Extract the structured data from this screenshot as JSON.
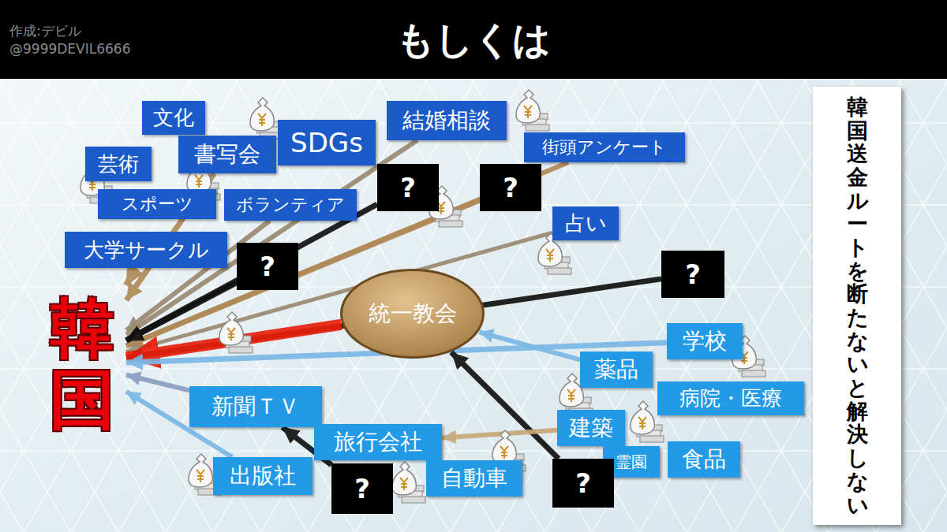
{
  "diagram": {
    "title": "もしくは",
    "nodes": [
      {
        "text": [
          "文化"
        ]
      },
      {
        "text": [
          "芸術"
        ]
      },
      {
        "text": [
          "書写会"
        ]
      },
      {
        "text": [
          "SDGs"
        ]
      },
      {
        "text": [
          "結婚相談"
        ]
      },
      {
        "text": [
          "街頭アンケート"
        ]
      },
      {
        "text": [
          "スポーツ"
        ]
      },
      {
        "text": [
          "ボランティア"
        ]
      },
      {
        "text": [
          "?"
        ]
      },
      {
        "text": [
          "?"
        ]
      },
      {
        "text": [
          "大学サークル"
        ]
      },
      {
        "text": [
          "?"
        ]
      },
      {
        "text": [
          "占い"
        ]
      },
      {
        "text": [
          "?"
        ]
      },
      {
        "text": [
          "韓国"
        ]
      },
      {
        "text": [
          "統一教会"
        ]
      },
      {
        "text": [
          "学校"
        ]
      },
      {
        "text": [
          "薬品"
        ]
      },
      {
        "text": [
          "病院・医療"
        ]
      },
      {
        "text": [
          "建築"
        ]
      },
      {
        "text": [
          "霊園"
        ]
      },
      {
        "text": [
          "食品"
        ]
      },
      {
        "text": [
          "新聞ＴＶ"
        ]
      },
      {
        "text": [
          "旅行会社"
        ]
      },
      {
        "text": [
          "出版社"
        ]
      },
      {
        "text": [
          "?"
        ]
      },
      {
        "text": [
          "自動車"
        ]
      },
      {
        "text": [
          "?"
        ]
      },
      {
        "text": [
          "韓国送金ルートを断たないと解決しない"
        ]
      }
    ],
    "edges": [
      {
        "from": 2,
        "to": 14,
        "arrow": "to"
      },
      {
        "from": 4,
        "to": 14,
        "arrow": "to"
      },
      {
        "from": 5,
        "to": 14,
        "arrow": "to"
      },
      {
        "from": 8,
        "to": 14,
        "arrow": "to"
      },
      {
        "from": 9,
        "to": 14,
        "arrow": "to"
      },
      {
        "from": 7,
        "to": 14,
        "arrow": "to"
      },
      {
        "from": 10,
        "to": 14,
        "arrow": "to"
      },
      {
        "from": 11,
        "to": 14,
        "arrow": "to"
      },
      {
        "from": 12,
        "to": 14,
        "arrow": "to"
      },
      {
        "from": 13,
        "to": 14,
        "arrow": "to"
      },
      {
        "from": 15,
        "to": 14,
        "arrow": "to"
      },
      {
        "from": 16,
        "to": 14,
        "arrow": "to"
      },
      {
        "from": 17,
        "to": 15,
        "arrow": "to"
      },
      {
        "from": 22,
        "to": 14,
        "arrow": "to"
      },
      {
        "from": 24,
        "to": 14,
        "arrow": "to"
      },
      {
        "from": 25,
        "to": 22,
        "arrow": "to"
      },
      {
        "from": 27,
        "to": 15,
        "arrow": "to"
      },
      {
        "from": 19,
        "to": 23,
        "arrow": "to"
      }
    ],
    "labels": [
      "作成:デビル",
      "@9999DEVIL6666"
    ]
  }
}
